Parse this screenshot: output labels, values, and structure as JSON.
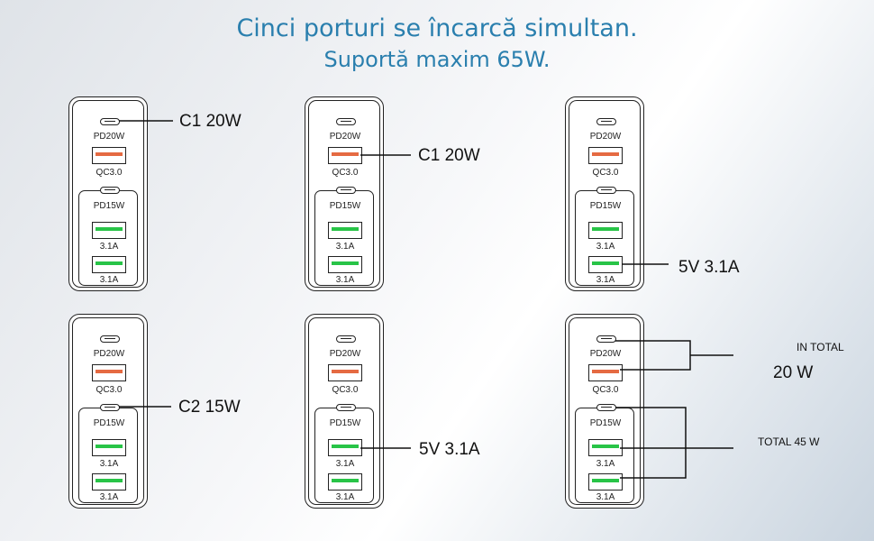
{
  "header": {
    "line1": "Cinci porturi se încarcă simultan.",
    "line2": "Suportă maxim 65W."
  },
  "port_labels": {
    "pd20": "PD20W",
    "qc3": "QC3.0",
    "pd15": "PD15W",
    "a1": "3.1A",
    "a2": "3.1A"
  },
  "callouts": {
    "c1_top": "C1 20W",
    "c1_qc": "C1 20W",
    "usb_a_bottom": "5V 3.1A",
    "c2": "C2 15W",
    "usb_a_top": "5V 3.1A",
    "in_total": "IN TOTAL",
    "total_20": "20 W",
    "total_45": "TOTAL 45 W"
  },
  "colors": {
    "title": "#2a7fae",
    "orange_port": "#e56a42",
    "green_port": "#28c447"
  }
}
